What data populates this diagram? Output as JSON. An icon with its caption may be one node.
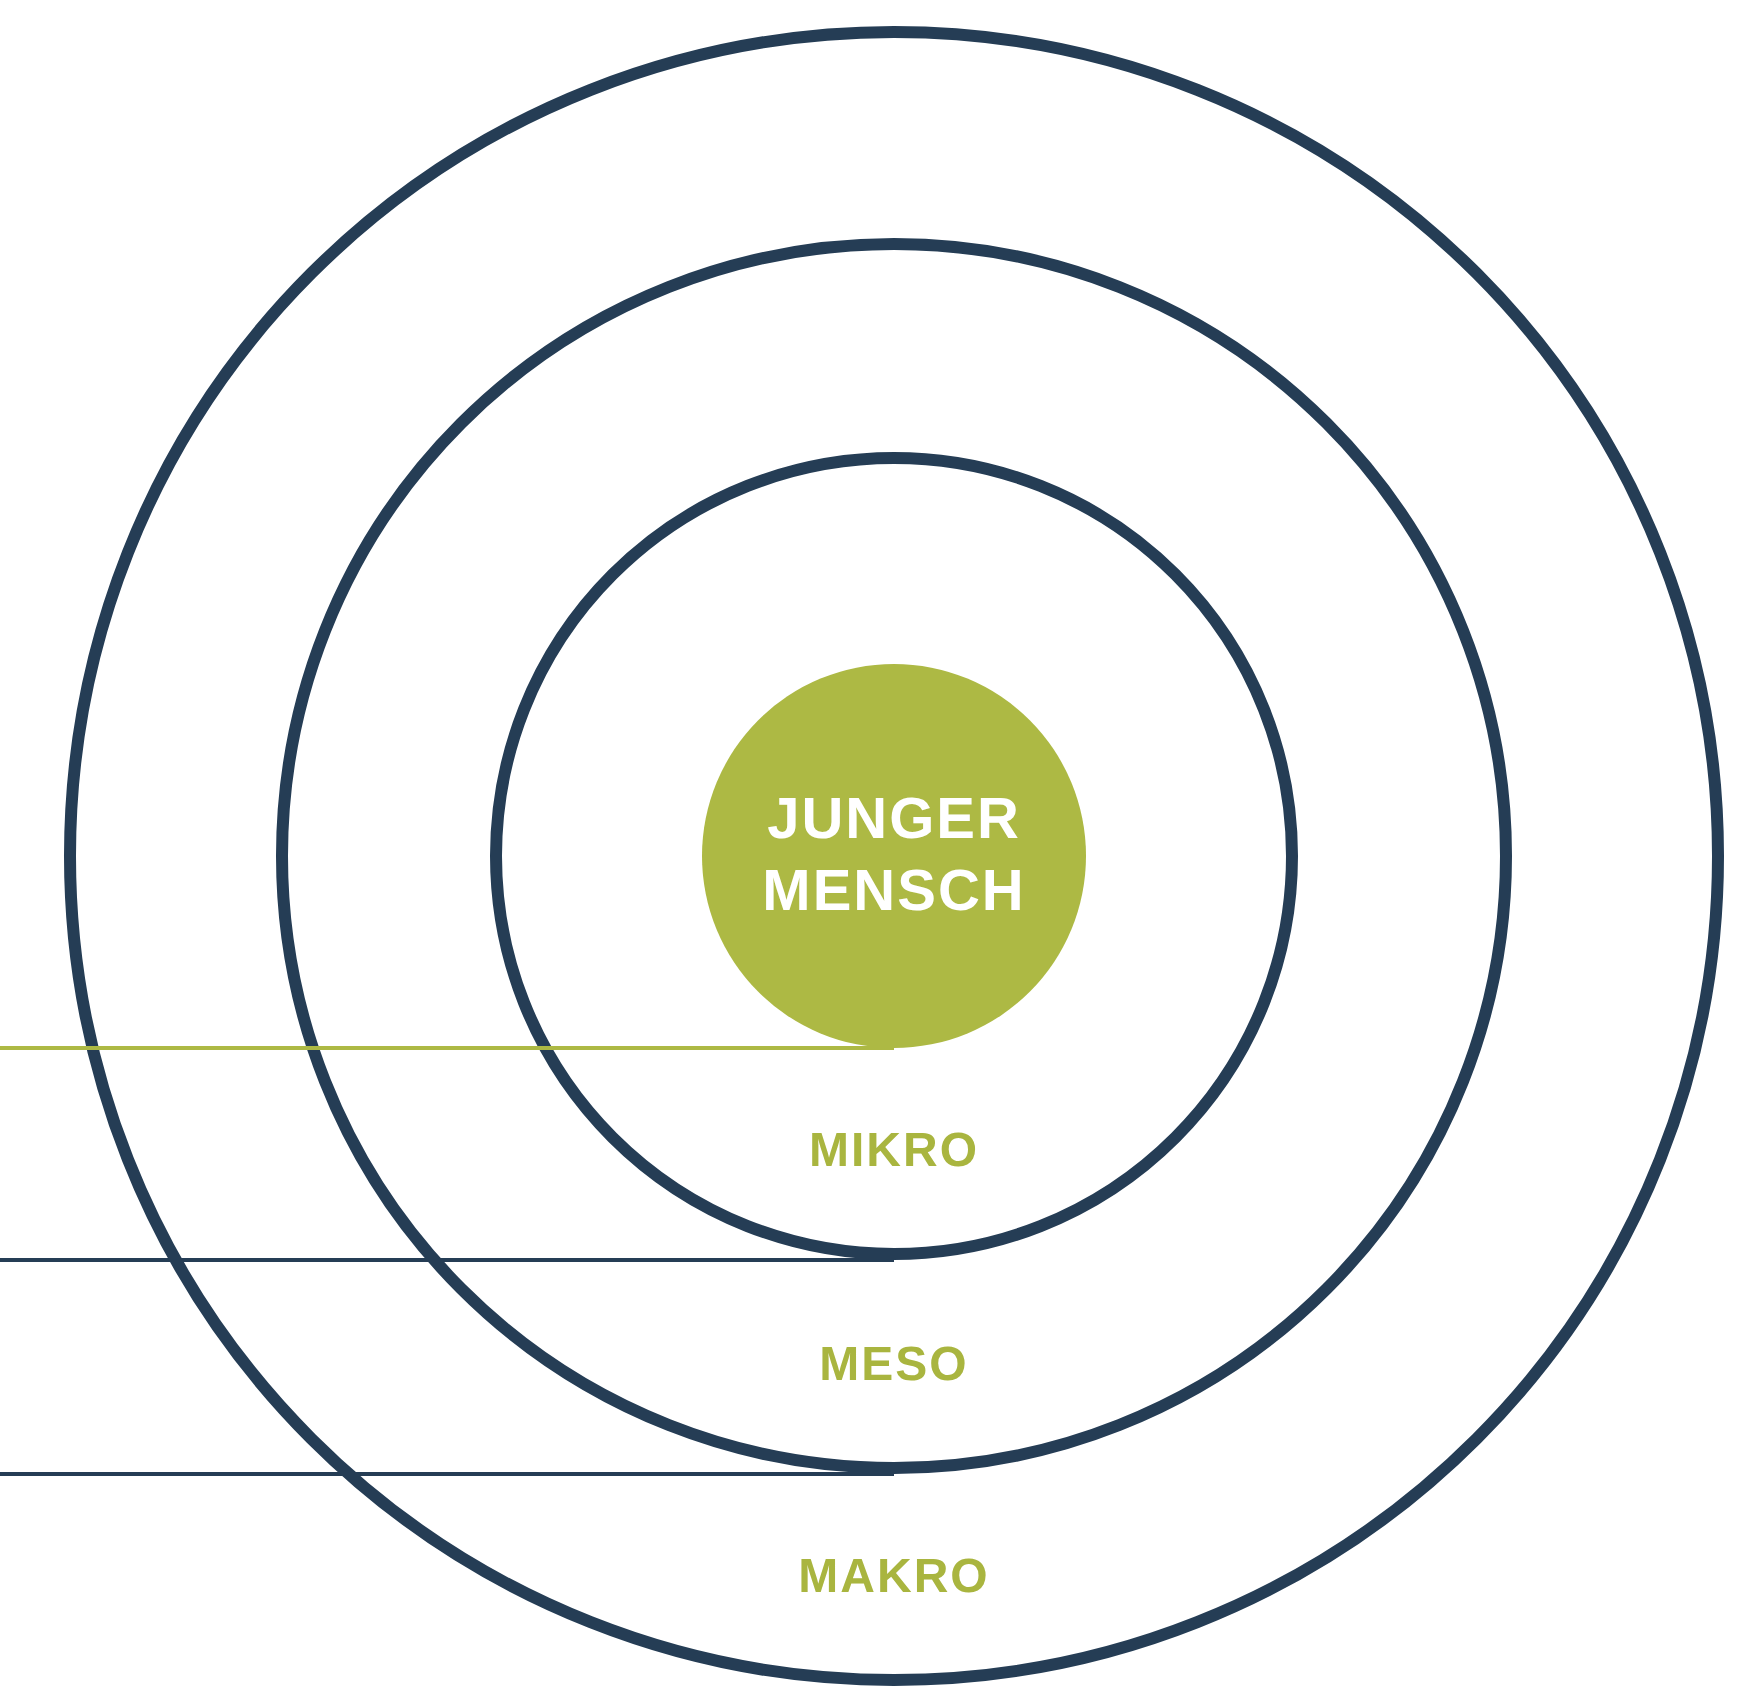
{
  "diagram": {
    "nodes": [
      {
        "text": [
          "MAKRO"
        ]
      },
      {
        "text": [
          "MESO"
        ],
        "in": 0
      },
      {
        "text": [
          "MIKRO"
        ],
        "in": 1
      },
      {
        "text": [
          "JUNGER MENSCH"
        ],
        "in": 2
      }
    ],
    "edges": [
      {
        "from": null,
        "to": 3,
        "arrow": "none",
        "color": "#adb944"
      },
      {
        "from": null,
        "to": 2,
        "arrow": "none"
      },
      {
        "from": null,
        "to": 1,
        "arrow": "none"
      }
    ]
  }
}
